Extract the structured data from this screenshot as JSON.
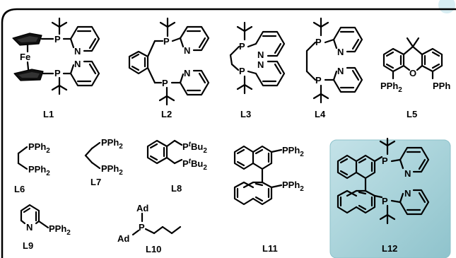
{
  "ligands": [
    {
      "id": "L1",
      "atoms": {
        "fe": "Fe",
        "p_top": "P",
        "p_bottom": "P",
        "n_top": "N",
        "n_bottom": "N"
      }
    },
    {
      "id": "L2",
      "atoms": {
        "p_top": "P",
        "p_bottom": "P",
        "n_top": "N",
        "n_bottom": "N"
      }
    },
    {
      "id": "L3",
      "atoms": {
        "p_top": "P",
        "p_bottom": "P",
        "n_top": "N",
        "n_bottom": "N"
      }
    },
    {
      "id": "L4",
      "atoms": {
        "p_top": "P",
        "p_bottom": "P",
        "n_top": "N",
        "n_bottom": "N"
      }
    },
    {
      "id": "L5",
      "atoms": {
        "o": "O",
        "pph2_left": "PPh",
        "pph2_left_sub": "2",
        "pph2_right": "PPh"
      }
    },
    {
      "id": "L6",
      "atoms": {
        "pph2_top": "PPh",
        "pph2_top_sub": "2",
        "pph2_bottom": "PPh",
        "pph2_bottom_sub": "2"
      }
    },
    {
      "id": "L7",
      "atoms": {
        "pph2_top": "PPh",
        "pph2_top_sub": "2",
        "pph2_bottom": "PPh",
        "pph2_bottom_sub": "2"
      }
    },
    {
      "id": "L8",
      "atoms": {
        "p_top": "P",
        "p_top_sup": "t",
        "p_top_bu": "Bu",
        "p_top_sub": "2",
        "p_bottom": "P",
        "p_bottom_sup": "t",
        "p_bottom_bu": "Bu",
        "p_bottom_sub": "2"
      }
    },
    {
      "id": "L9",
      "atoms": {
        "n": "N",
        "pph2": "PPh",
        "pph2_sub": "2"
      }
    },
    {
      "id": "L10",
      "atoms": {
        "ad_top": "Ad",
        "ad_left": "Ad",
        "p": "P"
      }
    },
    {
      "id": "L11",
      "atoms": {
        "pph2_top": "PPh",
        "pph2_top_sub": "2",
        "pph2_bottom": "PPh",
        "pph2_bottom_sub": "2"
      }
    },
    {
      "id": "L12",
      "atoms": {
        "p_top": "P",
        "p_bottom": "P",
        "n_top": "N",
        "n_bottom": "N"
      },
      "highlight_color": "#a9d3da"
    }
  ],
  "colors": {
    "frame": "#000000",
    "highlight": "#a9d3da",
    "highlight_edge": "#8cc1ca",
    "corner_badge": "#d8eef3"
  }
}
